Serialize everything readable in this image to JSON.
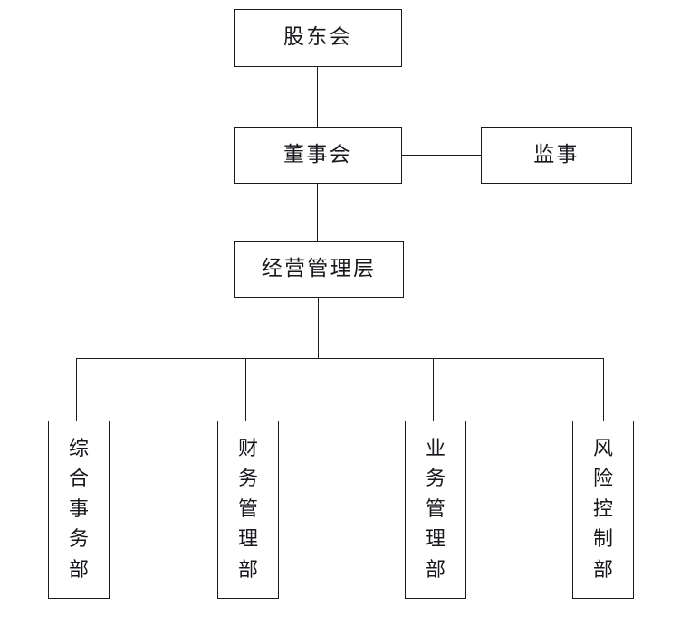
{
  "diagram": {
    "type": "organizational-chart",
    "orientation": "top-down",
    "levels": [
      {
        "level": 1,
        "nodes": [
          {
            "id": "shareholders",
            "label": "股东会",
            "text_direction": "horizontal"
          }
        ]
      },
      {
        "level": 2,
        "nodes": [
          {
            "id": "board",
            "label": "董事会",
            "text_direction": "horizontal"
          },
          {
            "id": "supervisor",
            "label": "监事",
            "text_direction": "horizontal"
          }
        ]
      },
      {
        "level": 3,
        "nodes": [
          {
            "id": "management",
            "label": "经营管理层",
            "text_direction": "horizontal"
          }
        ]
      },
      {
        "level": 4,
        "nodes": [
          {
            "id": "dept-0",
            "label": "综合事务部",
            "text_direction": "vertical"
          },
          {
            "id": "dept-1",
            "label": "财务管理部",
            "text_direction": "vertical"
          },
          {
            "id": "dept-2",
            "label": "业务管理部",
            "text_direction": "vertical"
          },
          {
            "id": "dept-3",
            "label": "风险控制部",
            "text_direction": "vertical"
          }
        ]
      }
    ],
    "edges": [
      {
        "from": "shareholders",
        "to": "board",
        "style": "vertical"
      },
      {
        "from": "board",
        "to": "supervisor",
        "style": "horizontal"
      },
      {
        "from": "board",
        "to": "management",
        "style": "vertical"
      },
      {
        "from": "management",
        "to": "dept-0",
        "style": "elbow-bus"
      },
      {
        "from": "management",
        "to": "dept-1",
        "style": "elbow-bus"
      },
      {
        "from": "management",
        "to": "dept-2",
        "style": "elbow-bus"
      },
      {
        "from": "management",
        "to": "dept-3",
        "style": "elbow-bus"
      }
    ],
    "colors": {
      "background": "#ffffff",
      "box_border": "#1a1a1a",
      "box_fill": "#ffffff",
      "text": "#16181c",
      "connector": "#1a1a1a"
    }
  }
}
